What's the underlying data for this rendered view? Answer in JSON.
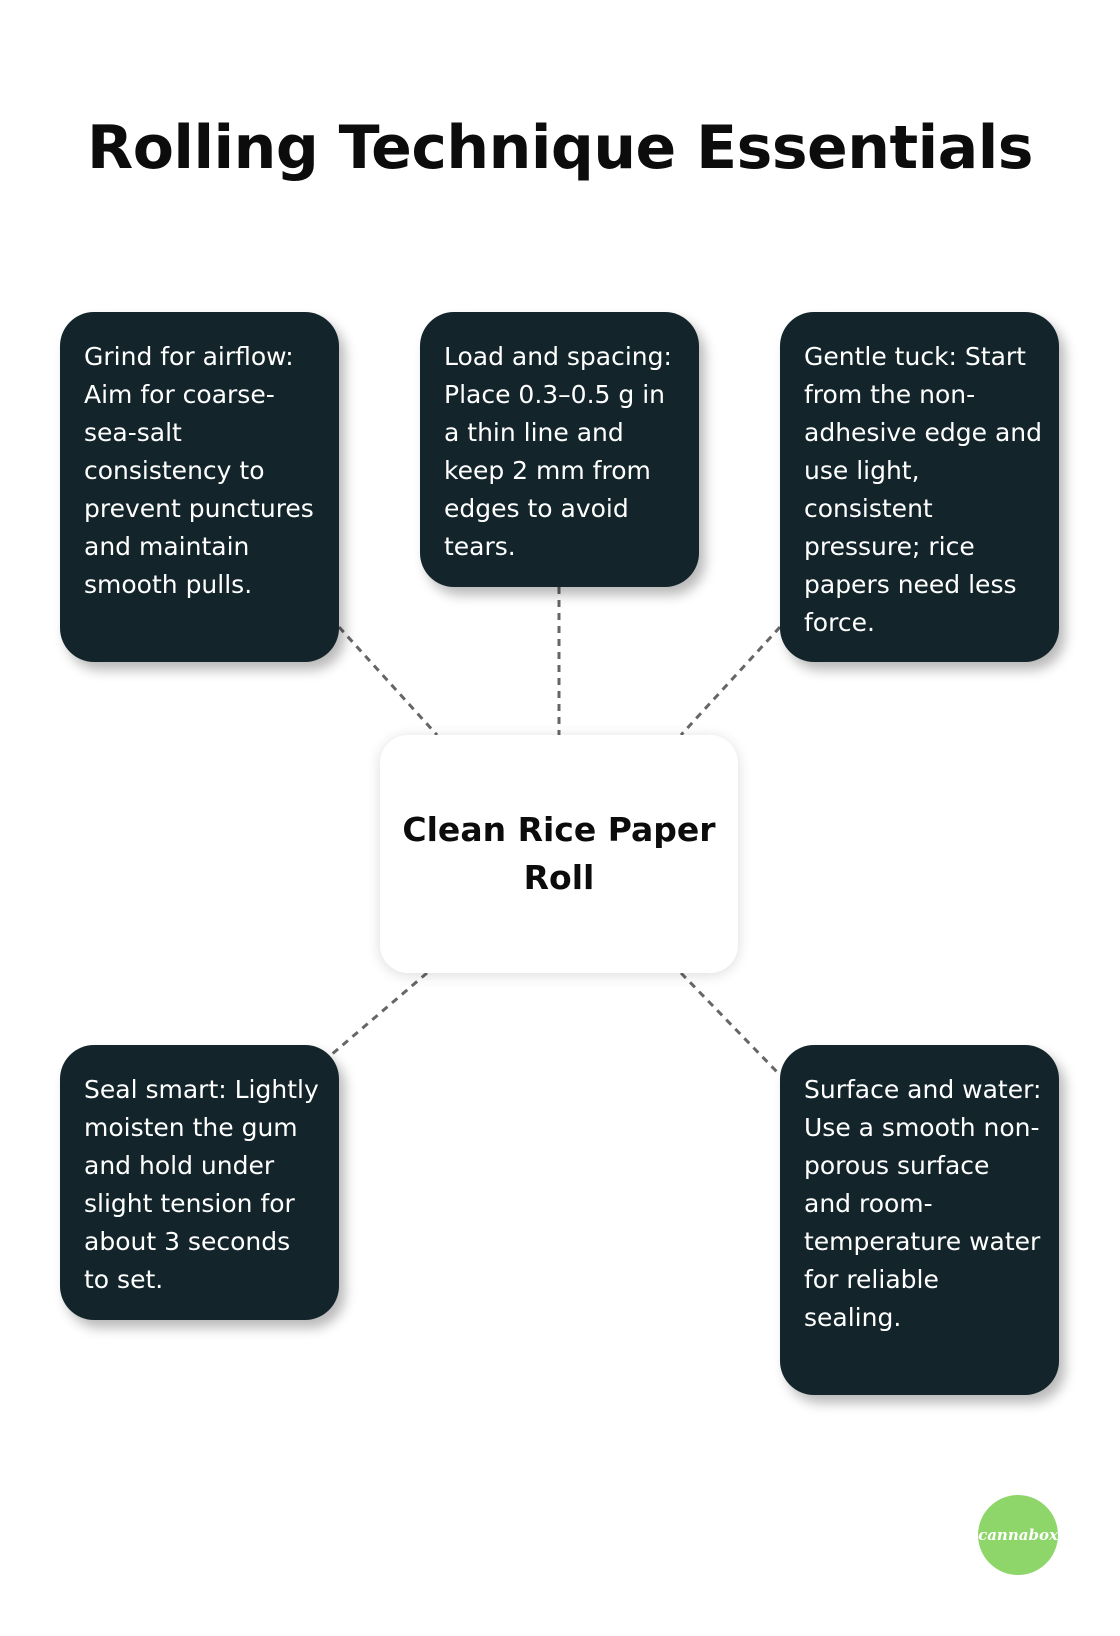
{
  "title": "Rolling Technique Essentials",
  "center": {
    "label": "Clean Rice Paper Roll"
  },
  "nodes": [
    {
      "id": "grind",
      "text": "Grind for airflow: Aim for coarse-sea-salt consistency to prevent punctures and maintain smooth pulls."
    },
    {
      "id": "load",
      "text": "Load and spacing: Place 0.3–0.5 g in a thin line and keep 2 mm from edges to avoid tears."
    },
    {
      "id": "tuck",
      "text": "Gentle tuck: Start from the non-adhesive edge and use light, consistent pressure; rice papers need less force."
    },
    {
      "id": "seal",
      "text": "Seal smart: Lightly moisten the gum and hold under slight tension for about 3 seconds to set."
    },
    {
      "id": "surface",
      "text": "Surface and water: Use a smooth non-porous surface and room-temperature water for reliable sealing."
    }
  ],
  "logo": {
    "text": "cannabox"
  },
  "colors": {
    "card_background": "#13252b",
    "card_text": "#ffffff",
    "connector": "#666666",
    "logo_background": "#8ed66a"
  }
}
